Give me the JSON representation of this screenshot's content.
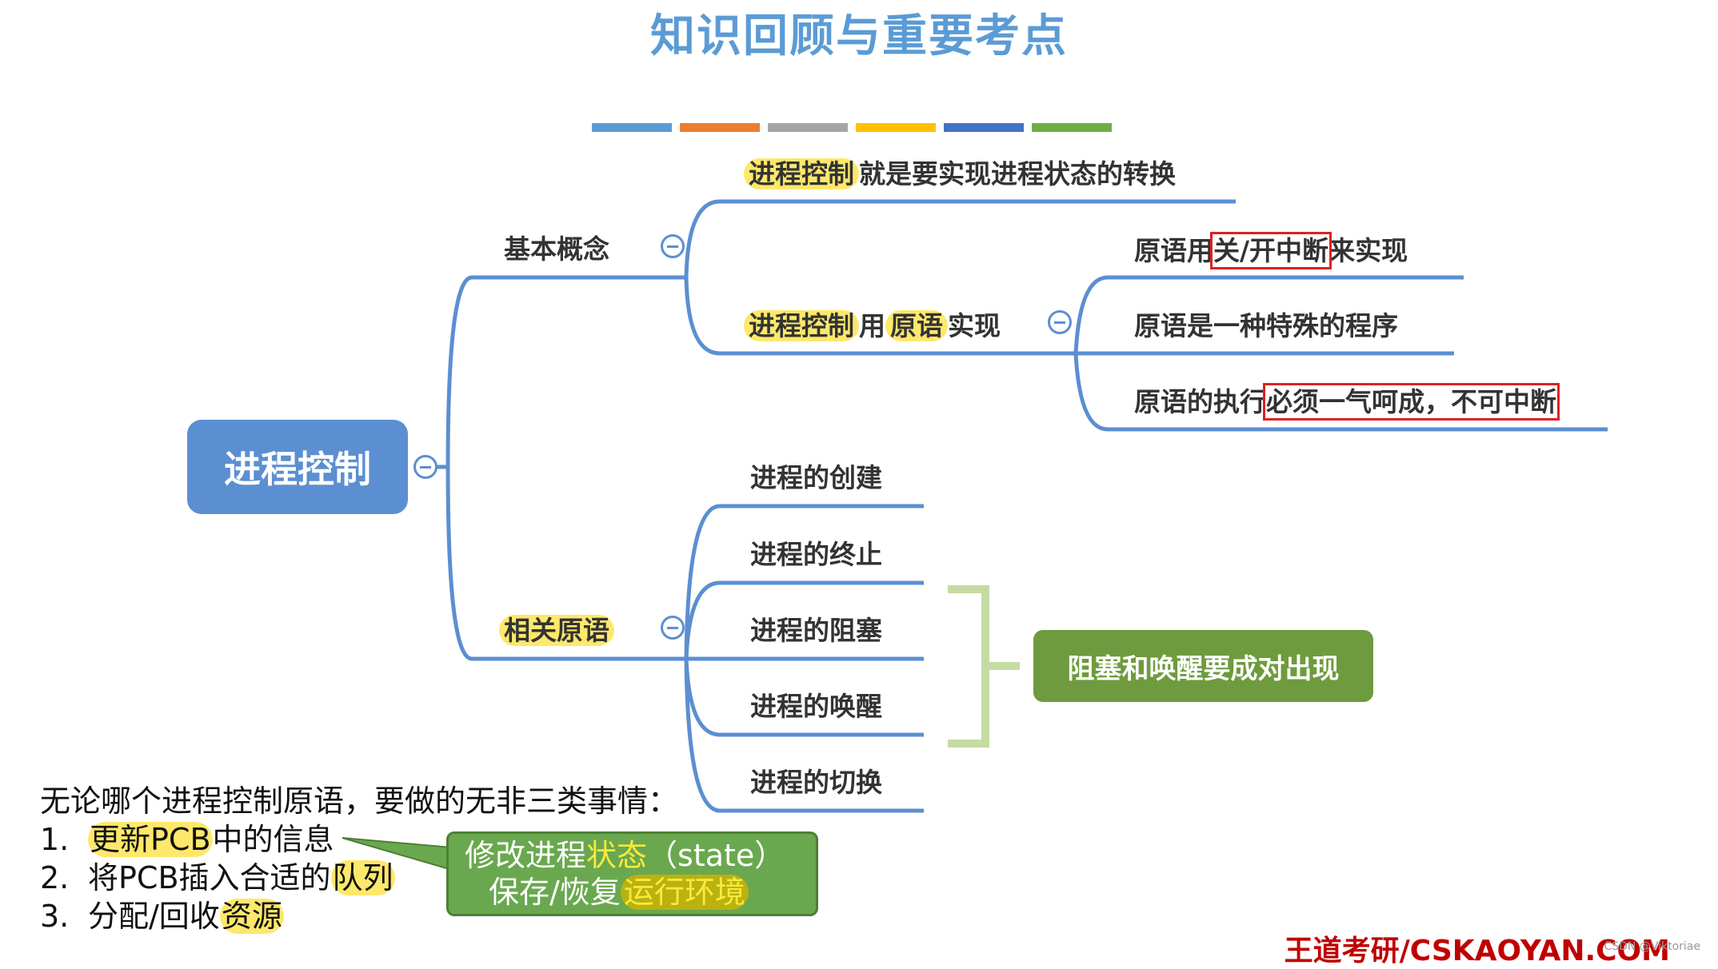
{
  "title": "知识回顾与重要考点",
  "color_bars": [
    "#5b9bd5",
    "#ed7d31",
    "#a5a5a5",
    "#ffc000",
    "#4472c4",
    "#70ad47"
  ],
  "root": "进程控制",
  "branch_concepts": {
    "label": "基本概念",
    "child_1": {
      "hl": "进程控制",
      "rest": "就是要实现进程状态的转换"
    },
    "child_2": {
      "hl1": "进程控制",
      "mid": "用",
      "hl2": "原语",
      "rest": "实现"
    },
    "primitive_items": [
      {
        "pre": "原语用",
        "boxed": "关/开中断",
        "post": "来实现"
      },
      {
        "pre": "原语是一种特殊的程序",
        "boxed": "",
        "post": ""
      },
      {
        "pre": "原语的执行",
        "boxed": "必须一气呵成，不可中断",
        "post": ""
      }
    ]
  },
  "branch_primitives": {
    "label": "相关原语",
    "items": [
      "进程的创建",
      "进程的终止",
      "进程的阻塞",
      "进程的唤醒",
      "进程的切换"
    ],
    "note": "阻塞和唤醒要成对出现"
  },
  "bottom": {
    "intro": "无论哪个进程控制原语，要做的无非三类事情：",
    "items": [
      {
        "num": "1.",
        "hl": "更新PCB",
        "rest": "中的信息",
        "pre": ""
      },
      {
        "num": "2.",
        "pre": "将PCB插入合适的",
        "hl": "队列",
        "rest": ""
      },
      {
        "num": "3.",
        "pre": "分配/回收",
        "hl": "资源",
        "rest": ""
      }
    ],
    "callout": {
      "line1_pre": "修改进程",
      "line1_hl": "状态",
      "line1_post": "（state）",
      "line2_pre": "保存/恢复",
      "line2_hl": "运行环境"
    }
  },
  "brand": "王道考研/CSKAOYAN.COM",
  "watermark": "CSDN @Viktoriae"
}
